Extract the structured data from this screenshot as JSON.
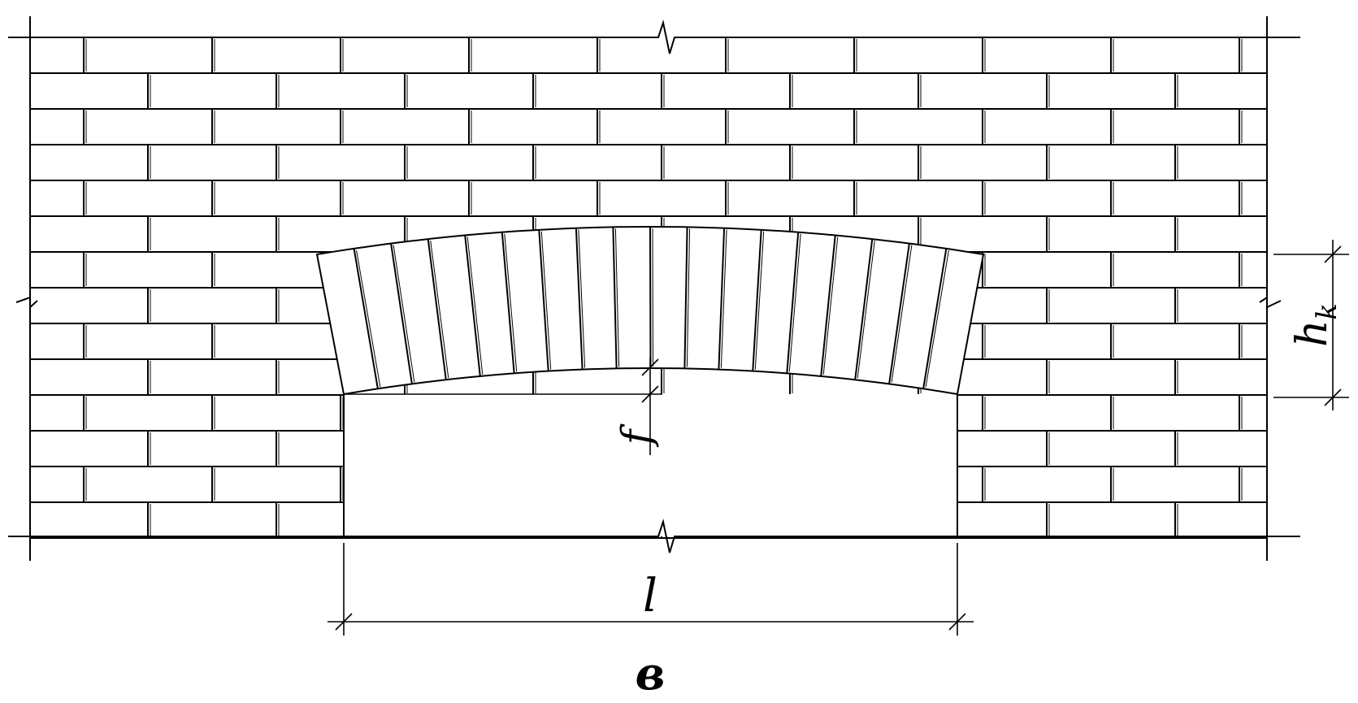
{
  "figure": {
    "subfigure_label": "в",
    "dimensions": {
      "span": "l",
      "rise": "f",
      "arch_height": "h",
      "arch_height_subscript": "k"
    }
  },
  "colors": {
    "line": "#000000",
    "background": "#ffffff"
  }
}
